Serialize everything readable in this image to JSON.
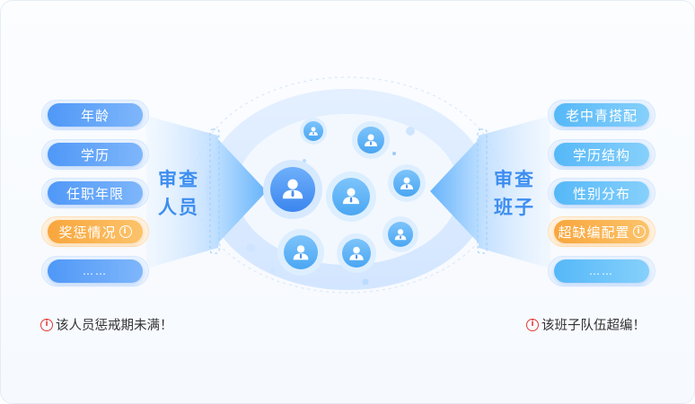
{
  "left_panel": {
    "title_line1": "审查",
    "title_line2": "人员",
    "items": [
      {
        "label": "年龄"
      },
      {
        "label": "学历"
      },
      {
        "label": "任职年限"
      },
      {
        "label": "奖惩情况"
      },
      {
        "label": "……"
      }
    ],
    "warning": "该人员惩戒期未满！"
  },
  "right_panel": {
    "title_line1": "审查",
    "title_line2": "班子",
    "items": [
      {
        "label": "老中青搭配"
      },
      {
        "label": "学历结构"
      },
      {
        "label": "性别分布"
      },
      {
        "label": "超缺编配置"
      },
      {
        "label": "……"
      }
    ],
    "warning": "该班子队伍超编！"
  },
  "info_glyph": "i",
  "colors": {
    "primary": "#3d8ef0",
    "pill_blue": "#4f98f7",
    "pill_warn": "#f8a63c",
    "warn_red": "#e53935"
  }
}
